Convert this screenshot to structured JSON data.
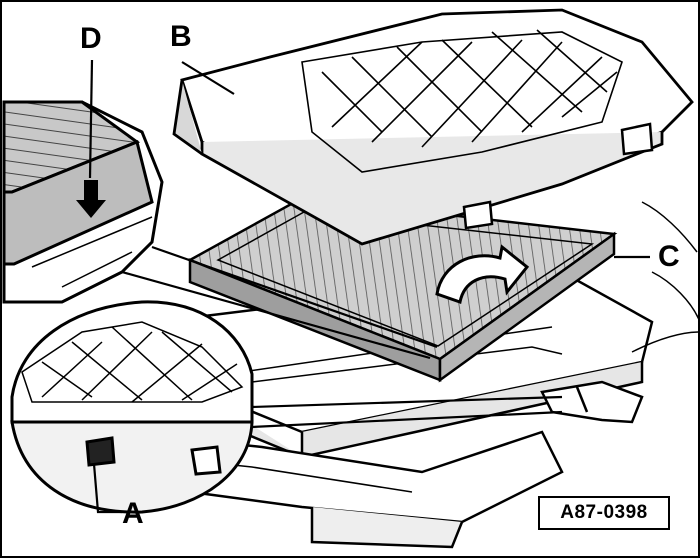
{
  "callouts": {
    "a": "A",
    "b": "B",
    "c": "C",
    "d": "D"
  },
  "reference_code": "A87-0398",
  "colors": {
    "ink": "#000000",
    "paper": "#ffffff",
    "shade": "#bdbdbd",
    "shade_dark": "#8a8a8a"
  }
}
